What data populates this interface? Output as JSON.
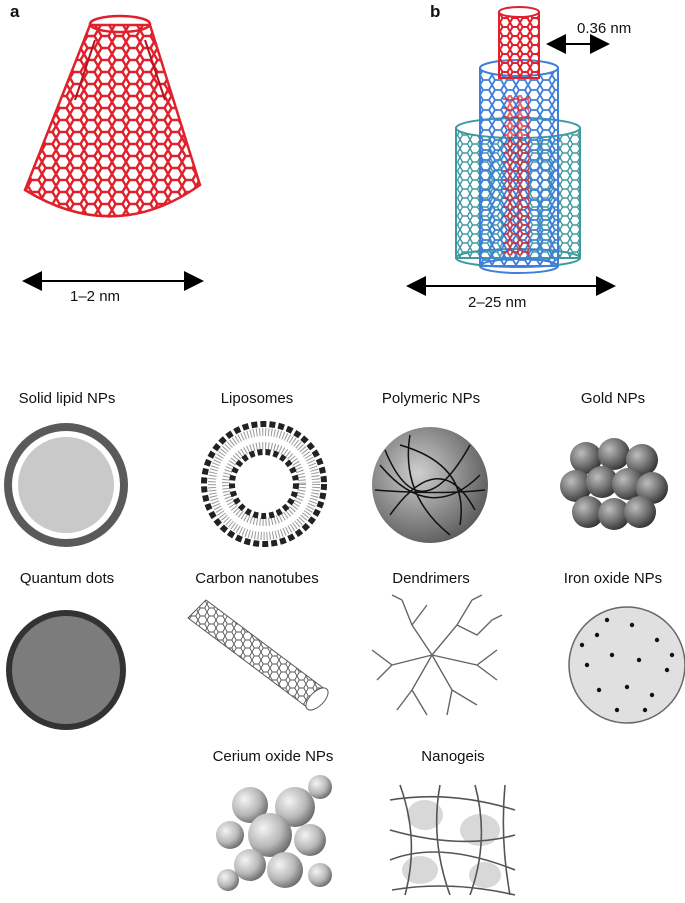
{
  "panels": {
    "a": {
      "letter": "a",
      "diameter_label": "1–2 nm"
    },
    "b": {
      "letter": "b",
      "spacing_label": "0.36 nm",
      "diameter_label": "2–25 nm"
    }
  },
  "nanoparticles": [
    {
      "label": "Solid lipid NPs"
    },
    {
      "label": "Liposomes"
    },
    {
      "label": "Polymeric NPs"
    },
    {
      "label": "Gold NPs"
    },
    {
      "label": "Quantum dots"
    },
    {
      "label": "Carbon nanotubes"
    },
    {
      "label": "Dendrimers"
    },
    {
      "label": "Iron oxide NPs"
    },
    {
      "label": "Cerium oxide NPs"
    },
    {
      "label": "Nanogeis"
    }
  ],
  "colors": {
    "swcnt": "#e0202a",
    "mwcnt_middle": "#3f7fd8",
    "mwcnt_outer": "#3f9aa0",
    "arrow": "#000000"
  }
}
